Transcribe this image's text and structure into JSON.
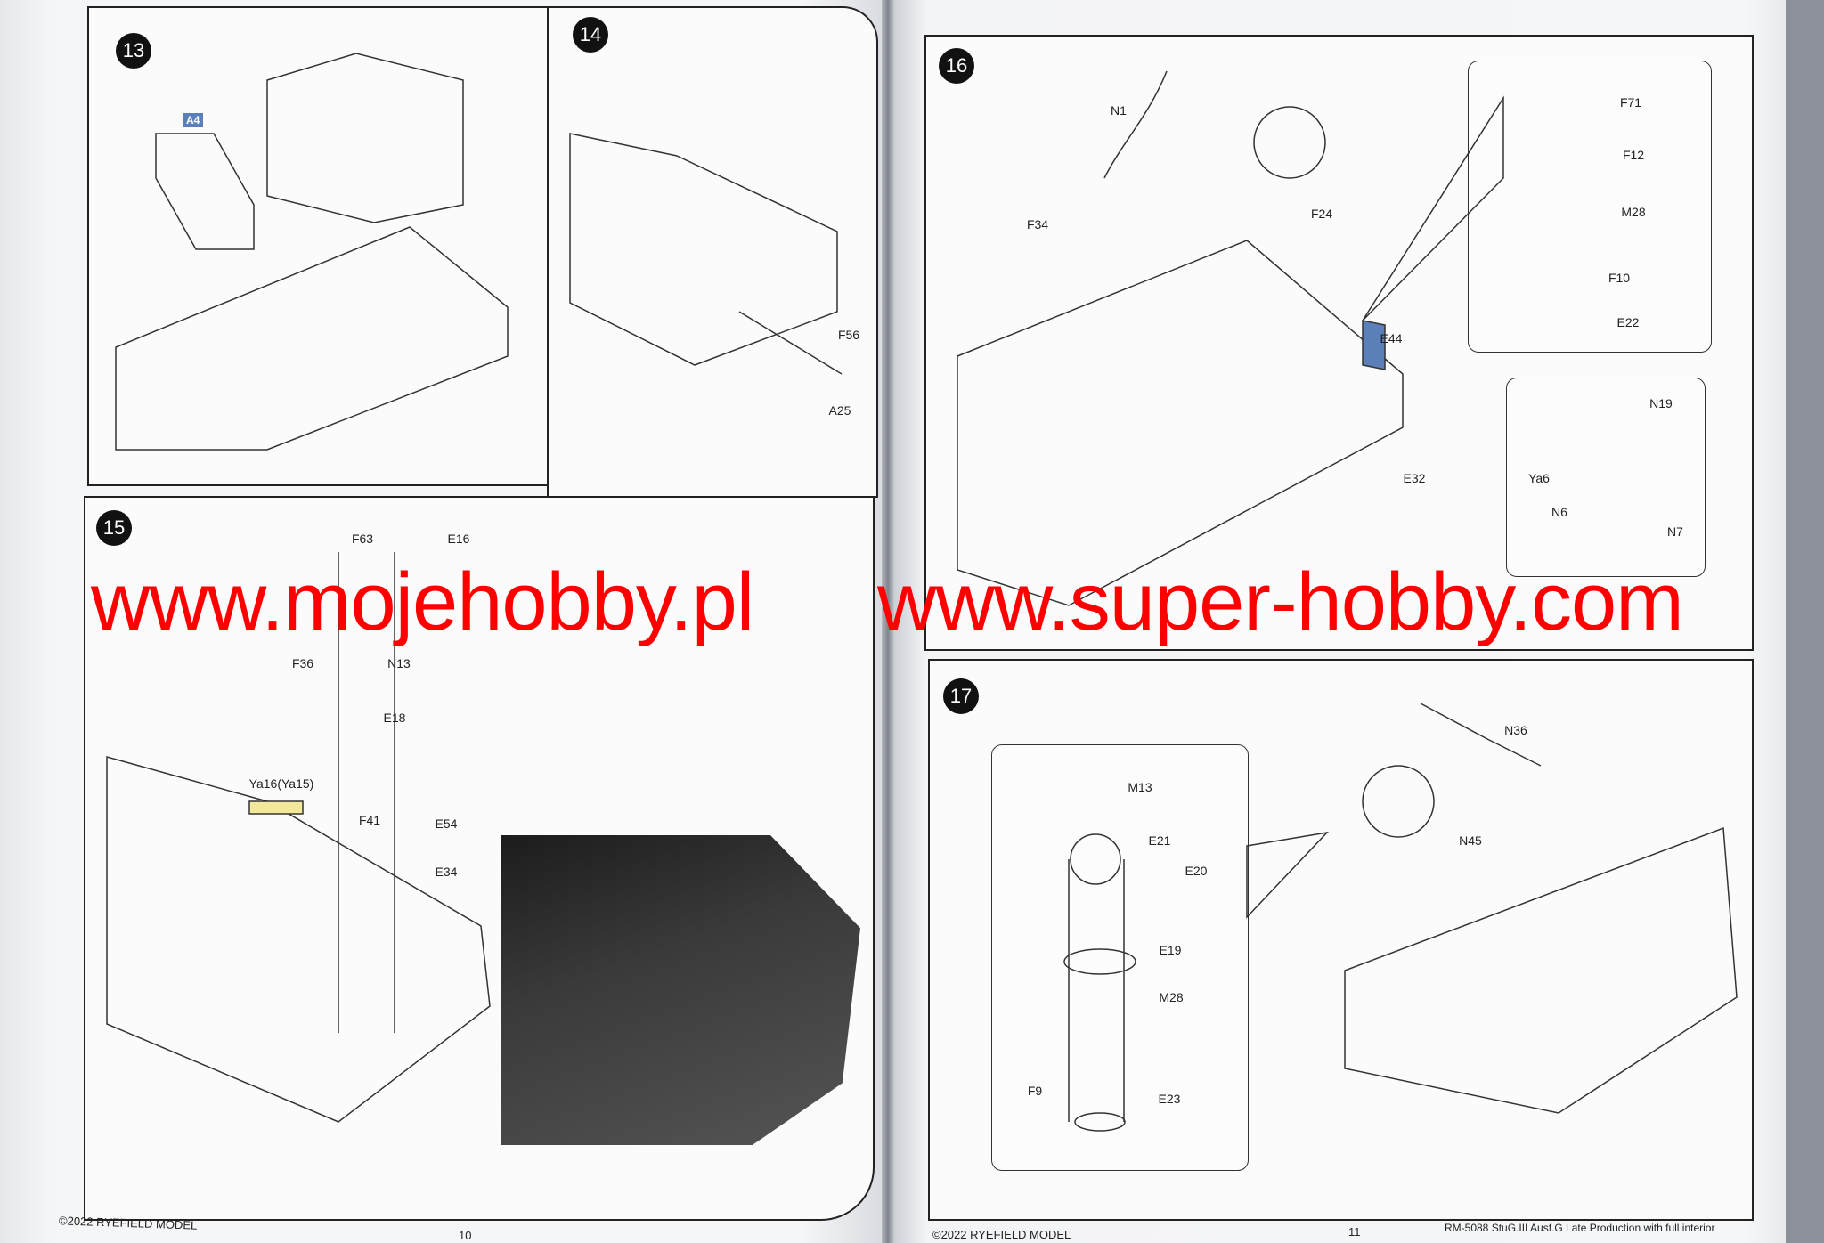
{
  "watermarks": [
    "www.mojehobby.pl",
    "www.super-hobby.com"
  ],
  "left_page": {
    "footer_copyright": "©2022 RYEFIELD MODEL",
    "page_number": "10"
  },
  "right_page": {
    "footer_copyright": "©2022 RYEFIELD MODEL",
    "page_number": "11",
    "footer_title": "RM-5088 StuG.III Ausf.G Late Production with full interior"
  },
  "steps": {
    "s13": {
      "number": "13",
      "labels": [
        "A4"
      ]
    },
    "s14": {
      "number": "14",
      "labels": [
        "F56",
        "A25"
      ]
    },
    "s15": {
      "number": "15",
      "labels": [
        "E16",
        "F63",
        "F36",
        "N13",
        "E18",
        "Ya16(Ya15)",
        "F41",
        "E54",
        "E34"
      ]
    },
    "s16": {
      "number": "16",
      "labels": [
        "N1",
        "F34",
        "F24",
        "E44",
        "E32",
        "F71",
        "F12",
        "M28",
        "F10",
        "E22",
        "N19",
        "Ya6",
        "N6",
        "N7"
      ]
    },
    "s17": {
      "number": "17",
      "labels": [
        "M13",
        "E21",
        "E20",
        "E19",
        "M28",
        "F9",
        "E23",
        "N36",
        "N45"
      ]
    }
  },
  "colors": {
    "watermark": "#ff0000",
    "part_highlight": "#5b7fb8"
  }
}
